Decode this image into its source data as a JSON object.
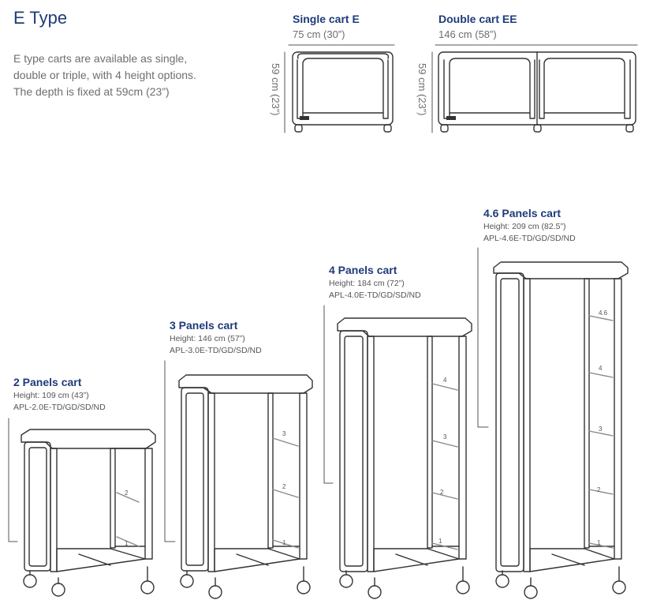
{
  "title": "E Type",
  "intro": {
    "line1": "E type carts are available as single,",
    "line2": "double or triple, with 4 height options.",
    "line3": "The depth is fixed at 59cm (23”)"
  },
  "single": {
    "name": "Single cart E",
    "width": "75 cm (30”)",
    "depth": "59 cm (23”)"
  },
  "double": {
    "name": "Double cart EE",
    "width": "146 cm (58”)",
    "depth": "59 cm (23”)"
  },
  "carts": [
    {
      "name": "2 Panels cart",
      "height": "Height: 109 cm (43”)",
      "code": "APL-2.0E-TD/GD/SD/ND"
    },
    {
      "name": "3 Panels cart",
      "height": "Height: 146 cm (57”)",
      "code": "APL-3.0E-TD/GD/SD/ND"
    },
    {
      "name": "4 Panels cart",
      "height": "Height: 184 cm (72”)",
      "code": "APL-4.0E-TD/GD/SD/ND"
    },
    {
      "name": "4.6 Panels cart",
      "height": "Height: 209 cm (82.5”)",
      "code": "APL-4.6E-TD/GD/SD/ND"
    }
  ],
  "slots": {
    "c2": [
      "1",
      "2"
    ],
    "c3": [
      "1",
      "2",
      "3"
    ],
    "c4": [
      "1",
      "2",
      "3",
      "4"
    ],
    "c46": [
      "1",
      "2",
      "3",
      "4",
      "4.6"
    ]
  },
  "colors": {
    "heading": "#1f3b7a",
    "text": "#6e6e6e",
    "line": "#333333"
  }
}
